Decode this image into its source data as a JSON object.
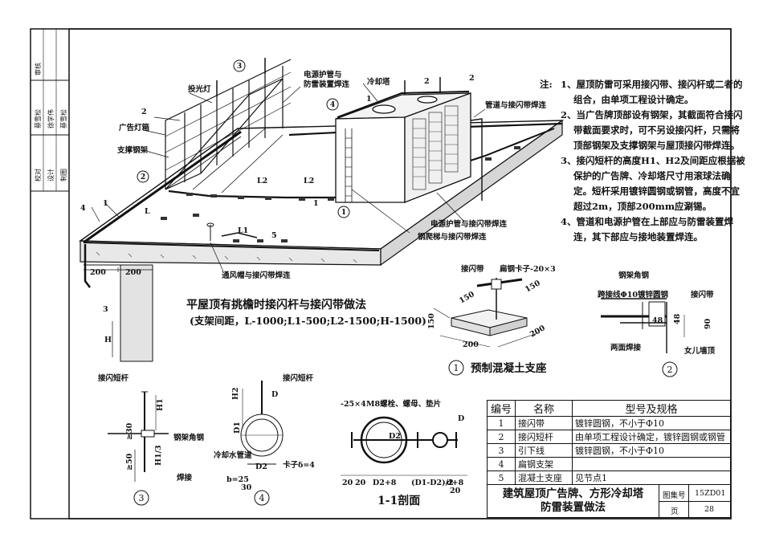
{
  "labels": {
    "tower": "冷却塔",
    "power_pipe_top": "电源护管与",
    "power_pipe_top2": "防雷装置焊连",
    "pipe_weld": "管道与接闪带焊连",
    "floodlight": "投光灯",
    "ad_board": "广告灯箱",
    "support_frame": "支撑钢架",
    "power_pipe_weld": "电源护管与接闪带焊连",
    "ladder_weld": "钢爬梯与接闪带焊连",
    "vent_weld": "通风帽与接闪带焊连",
    "L2": "L2",
    "L1": "L1",
    "L": "L",
    "H": "H",
    "dim_200": "200",
    "callouts": [
      "1",
      "2",
      "3",
      "4",
      "5"
    ],
    "rod": "接闪带",
    "flat_clip": "扁钢卡子-20×3",
    "d150": "150",
    "d200": "200",
    "steel_angle": "钢架角钢",
    "jumper": "跨接线Φ10镀锌圆钢",
    "weld2": "两面焊接",
    "parapet": "女儿墙顶",
    "d48": "48",
    "d90": "90",
    "rod_short": "接闪短杆",
    "angle_steel": "钢架角钢",
    "weld": "焊接",
    "cooling_pipe": "冷却水管道",
    "clip_d4": "卡子δ=4",
    "bolt": "M8螺栓、螺母、垫片",
    "flat25": "-25×4",
    "D": "D",
    "D1": "D1",
    "D2": "D2",
    "H1": "H1",
    "H2": "H2",
    "d20": "20",
    "d2plus8": "D2+8",
    "dd": "(D1-D2)/2",
    "dplus8": "d+8",
    "h13": "H1/3",
    "gt30": "≥30",
    "gt50": "≥50",
    "bd25": "b=25",
    "d30": "30"
  },
  "captions": {
    "main": "平屋顶有挑檐时接闪杆与接闪带做法",
    "main_sub": "(支架间距，L-1000;L1-500;L2-1500;H-1500)",
    "detail1": "预制混凝土支座",
    "detail1_num": "1",
    "detail2_num": "2",
    "detail3_num": "3",
    "detail4_num": "4",
    "section": "1-1剖面"
  },
  "notes": {
    "head": "注:",
    "items": [
      "1、屋顶防雷可采用接闪带、接闪杆或二者的组合，由单项工程设计确定。",
      "2、当广告牌顶部设有钢架，其截面符合接闪带截面要求时，可不另设接闪杆，只需将顶部钢架及支撑钢架与屋顶接闪带焊连。",
      "3、接闪短杆的高度H1、H2及间距应根据被保护的广告牌、冷却塔尺寸用滚球法确定。短杆采用镀锌圆钢或钢管，高度不宜超过2m，顶部200mm应涮锡。",
      "4、管道和电源护管在上部应与防雷装置焊连，其下部应与接地装置焊连。"
    ]
  },
  "table": {
    "headers": [
      "编号",
      "名称",
      "型号及规格"
    ],
    "rows": [
      [
        "1",
        "接闪带",
        "镀锌圆钢，不小于Φ10"
      ],
      [
        "2",
        "接闪短杆",
        "由单项工程设计确定，镀锌圆钢或钢管"
      ],
      [
        "3",
        "引下线",
        "镀锌圆钢，不小于Φ10"
      ],
      [
        "4",
        "扁钢支架",
        ""
      ],
      [
        "5",
        "混凝土支座",
        "见节点1"
      ]
    ]
  },
  "title_block": {
    "title_line1": "建筑屋顶广告牌、方形冷却塔",
    "title_line2": "防雷装置做法",
    "atlas_label": "图集号",
    "atlas_value": "15ZD01",
    "page_label": "页",
    "page_value": "28"
  },
  "side_stamp": {
    "roles": [
      "校对",
      "设计",
      "制图"
    ],
    "names": [
      "蔡雪松",
      "徐学伟",
      "蔡雪松"
    ],
    "check": "审核"
  }
}
